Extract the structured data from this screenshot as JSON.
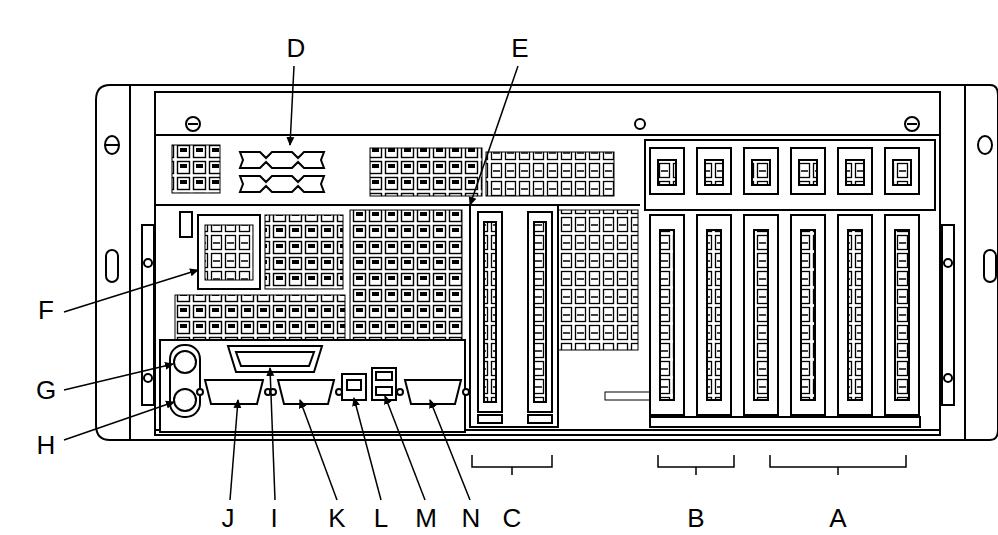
{
  "diagram": {
    "labels": [
      "D",
      "E",
      "F",
      "G",
      "H",
      "J",
      "I",
      "K",
      "L",
      "M",
      "N",
      "C",
      "B",
      "A"
    ]
  }
}
